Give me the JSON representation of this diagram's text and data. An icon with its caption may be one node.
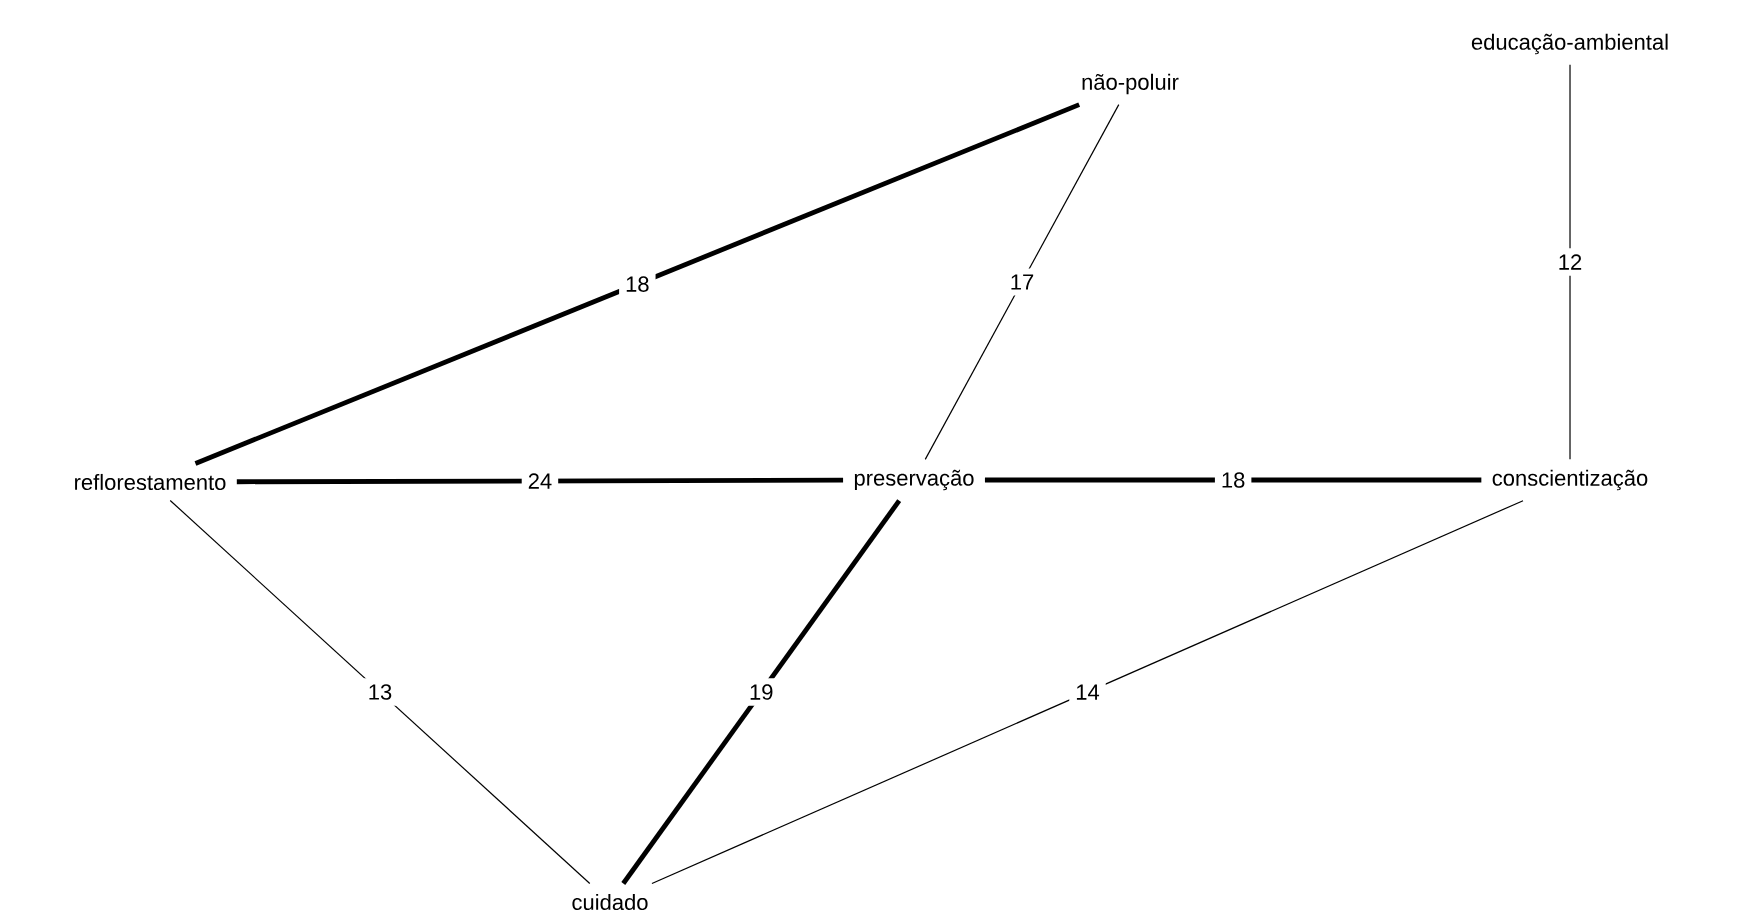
{
  "diagram": {
    "nodes": [
      {
        "text": [
          "não-poluir"
        ]
      },
      {
        "text": [
          "educação-ambiental"
        ]
      },
      {
        "text": [
          "reflorestamento"
        ]
      },
      {
        "text": [
          "preservação"
        ]
      },
      {
        "text": [
          "conscientização"
        ]
      },
      {
        "text": [
          "cuidado"
        ]
      }
    ],
    "edges": [
      {
        "from": 2,
        "to": 0,
        "arrow": "none",
        "label": "18",
        "style": "thick"
      },
      {
        "from": 3,
        "to": 0,
        "arrow": "none",
        "label": "17"
      },
      {
        "from": 1,
        "to": 4,
        "arrow": "none",
        "label": "12"
      },
      {
        "from": 2,
        "to": 3,
        "arrow": "none",
        "label": "24",
        "style": "thick"
      },
      {
        "from": 3,
        "to": 4,
        "arrow": "none",
        "label": "18",
        "style": "thick"
      },
      {
        "from": 2,
        "to": 5,
        "arrow": "none",
        "label": "13"
      },
      {
        "from": 3,
        "to": 5,
        "arrow": "none",
        "label": "19",
        "style": "thick"
      },
      {
        "from": 4,
        "to": 5,
        "arrow": "none",
        "label": "14"
      }
    ]
  }
}
